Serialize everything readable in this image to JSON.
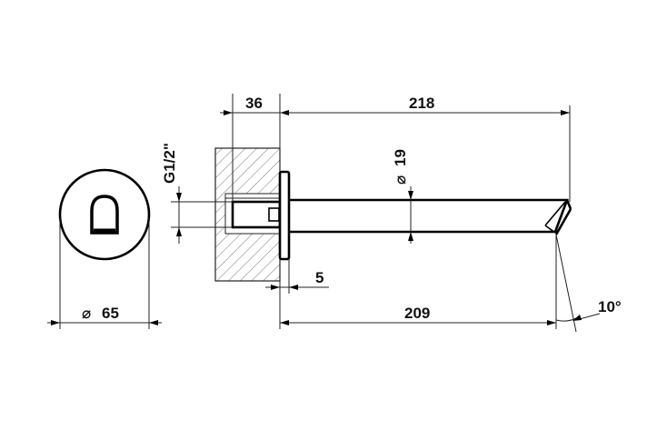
{
  "dimensions": {
    "wall_depth": "36",
    "total_length": "218",
    "pipe_diameter_symbol": "⌀",
    "pipe_diameter": "19",
    "thread_size": "G1/2\"",
    "plate_thickness": "5",
    "spout_length": "209",
    "flange_diameter_symbol": "⌀",
    "flange_diameter": "65",
    "outlet_angle": "10°"
  }
}
